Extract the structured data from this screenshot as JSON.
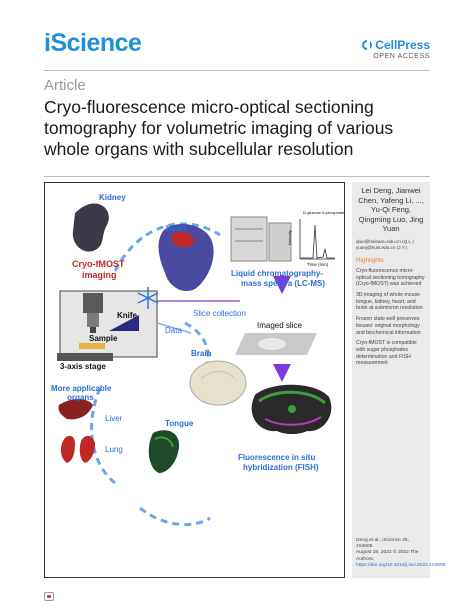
{
  "header": {
    "journal": "iScience",
    "publisher": "CellPress",
    "access": "OPEN ACCESS"
  },
  "article": {
    "type": "Article",
    "title": "Cryo-fluorescence micro-optical sectioning tomography for volumetric imaging of various whole organs with subcellular resolution"
  },
  "abstract": {
    "kidney": "Kidney",
    "heart": "Heart",
    "method_line1": "Cryo-fMOST",
    "method_line2": "imaging",
    "knife": "Knife",
    "sample": "Sample",
    "stage": "3-axis stage",
    "slice_collection": "Slice collection",
    "data": "Data",
    "imaged_slice": "Imaged slice",
    "brain": "Brain",
    "more_line1": "More applicable",
    "more_line2": "organs",
    "liver": "Liver",
    "lung": "Lung",
    "tongue": "Tongue",
    "lcms_line1": "Liquid chromatography-",
    "lcms_line2": "mass spectra (LC-MS)",
    "glucose": "D-glucose 6-phosphate",
    "intensity": "Intensity",
    "time": "Time (min)",
    "fish_line1": "Fluorescence in situ",
    "fish_line2": "hybridization (FISH)"
  },
  "sidebar": {
    "authors": "Lei Deng, Jianwei Chen, Yafeng Li, ..., Yu-Qi Feng, Qingming Luo, Jing Yuan",
    "emails": [
      "qluo@hainanu.edu.cn (Q.L.)",
      "yuanj@hust.edu.cn (J.Y.)"
    ],
    "highlights_heading": "Highlights",
    "highlights": [
      "Cryo-fluorescence micro-optical sectioning tomography (Cryo-fMOST) was achieved",
      "3D imaging of whole mouse tongue, kidney, heart, and brain at submicron resolution",
      "Frozen state well preserves tissues' original morphology and biochemical information",
      "Cryo-fMOST is compatible with sugar phosphates determination and FISH measurement"
    ],
    "citation": "Deng et al., iScience 25, 104805",
    "date": "August 19, 2022 © 2022 The Authors.",
    "doi": "https://doi.org/10.1016/j.isci.2022.104805"
  }
}
